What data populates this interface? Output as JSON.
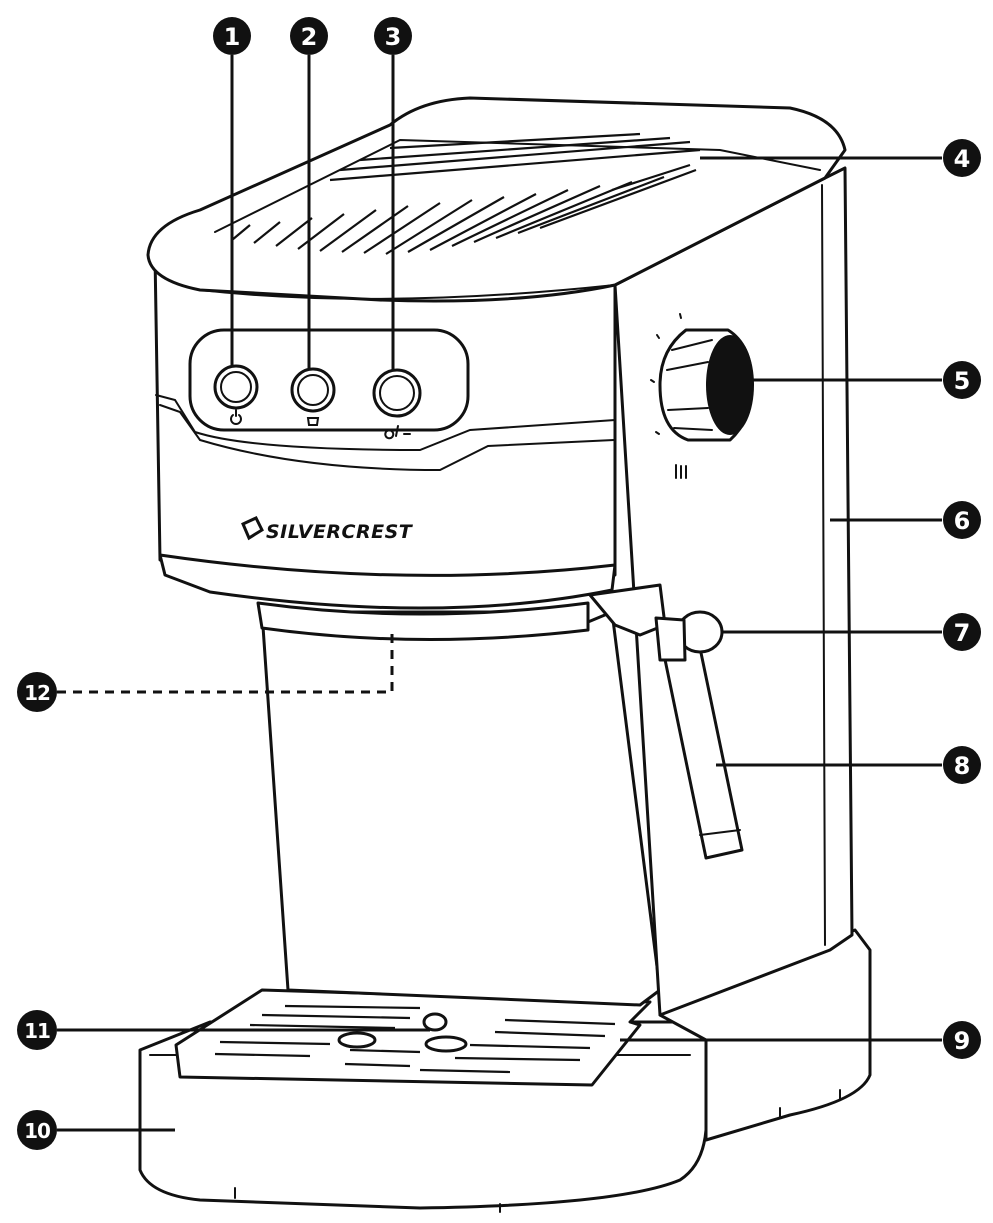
{
  "diagram": {
    "brand_label": "SILVERCREST",
    "callouts": [
      {
        "id": "1",
        "label": "1",
        "part": "power-button"
      },
      {
        "id": "2",
        "label": "2",
        "part": "coffee-button"
      },
      {
        "id": "3",
        "label": "3",
        "part": "steam-hot-water-button"
      },
      {
        "id": "4",
        "label": "4",
        "part": "cup-warming-plate"
      },
      {
        "id": "5",
        "label": "5",
        "part": "steam-rotary-knob"
      },
      {
        "id": "6",
        "label": "6",
        "part": "water-tank"
      },
      {
        "id": "7",
        "label": "7",
        "part": "steam-wand-handle"
      },
      {
        "id": "8",
        "label": "8",
        "part": "steam-wand"
      },
      {
        "id": "9",
        "label": "9",
        "part": "drip-grid"
      },
      {
        "id": "10",
        "label": "10",
        "part": "drip-tray"
      },
      {
        "id": "11",
        "label": "11",
        "part": "water-level-float"
      },
      {
        "id": "12",
        "label": "12",
        "part": "brew-head"
      }
    ]
  }
}
